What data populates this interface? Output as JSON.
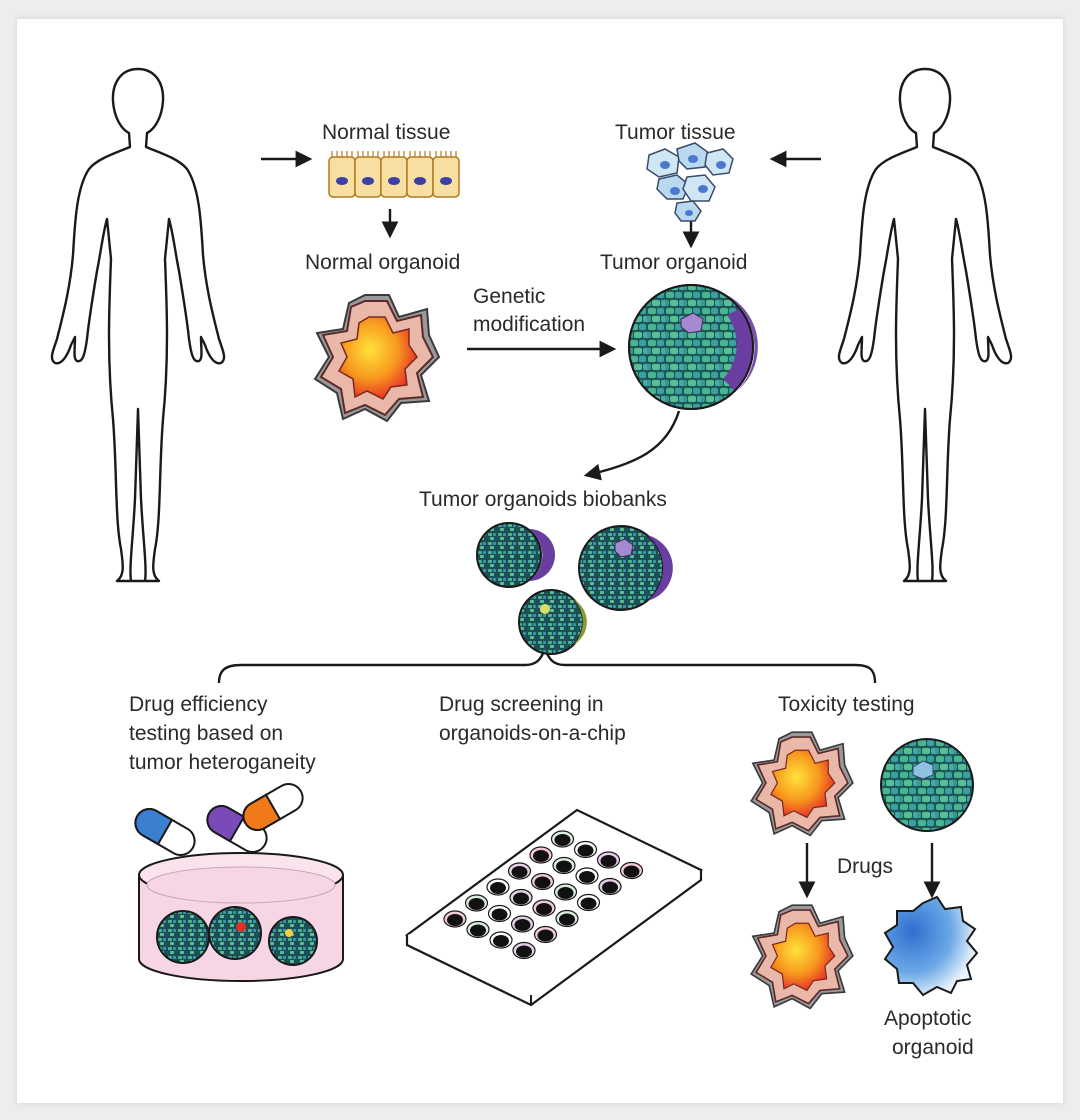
{
  "labels": {
    "normal_tissue": "Normal tissue",
    "tumor_tissue": "Tumor tissue",
    "normal_organoid": "Normal organoid",
    "tumor_organoid": "Tumor organoid",
    "genetic_modification_1": "Genetic",
    "genetic_modification_2": "modification",
    "biobanks": "Tumor organoids biobanks",
    "drug_efficiency_1": "Drug efficiency",
    "drug_efficiency_2": "testing based on",
    "drug_efficiency_3": "tumor heteroganeity",
    "drug_screening_1": "Drug screening in",
    "drug_screening_2": "organoids-on-a-chip",
    "toxicity_testing": "Toxicity testing",
    "drugs": "Drugs",
    "apoptotic_1": "Apoptotic",
    "apoptotic_2": "organoid"
  },
  "colors": {
    "tumor_cell": "#3fa37f",
    "tumor_edge": "#6a3ea0",
    "organoid_core": "#f5a21a",
    "organoid_rim": "#e9b8a8",
    "tissue_cell": "#f6dfa0",
    "nucleus": "#4040b0",
    "well_plate": "#ffffff",
    "dish_liquid": "#f6d5e4",
    "apoptotic": "#4a8fd8"
  },
  "icons": [
    "human-silhouette-icon",
    "pill-capsule-icon",
    "petri-dish-icon",
    "well-plate-icon",
    "organoid-icon",
    "tumor-organoid-icon"
  ]
}
